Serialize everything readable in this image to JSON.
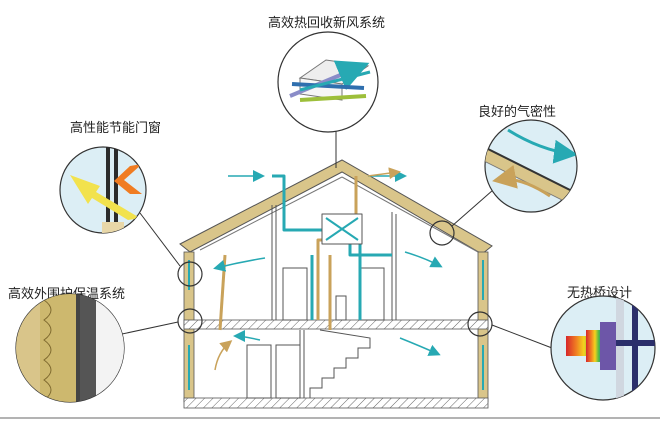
{
  "labels": {
    "heat_recovery": "高效热回收新风系统",
    "windows": "高性能节能门窗",
    "airtightness": "良好的气密性",
    "insulation": "高效外围护保温系统",
    "thermal_bridge": "无热桥设计"
  },
  "colors": {
    "wall_yellow": "#d9c58a",
    "fresh_air": "#27a9b3",
    "exhaust_air": "#c9a25a",
    "frame": "#333333"
  }
}
